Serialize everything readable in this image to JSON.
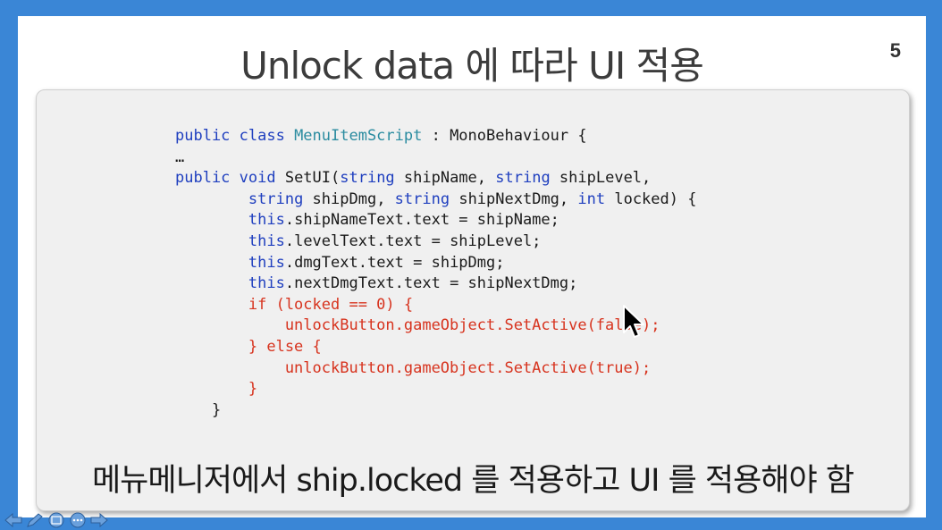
{
  "slide": {
    "title": "Unlock data 에 따라 UI 적용",
    "page_number": "5",
    "caption": "메뉴메니저에서 ship.locked 를 적용하고 UI 를 적용해야 함"
  },
  "code": {
    "lines": [
      [
        {
          "t": "public class ",
          "c": "kw"
        },
        {
          "t": "MenuItemScript",
          "c": "cls"
        },
        {
          "t": " : MonoBehaviour {",
          "c": ""
        }
      ],
      [
        {
          "t": "…",
          "c": ""
        }
      ],
      [
        {
          "t": "public void ",
          "c": "kw"
        },
        {
          "t": "SetUI(",
          "c": ""
        },
        {
          "t": "string",
          "c": "kw"
        },
        {
          "t": " shipName, ",
          "c": ""
        },
        {
          "t": "string",
          "c": "kw"
        },
        {
          "t": " shipLevel,",
          "c": ""
        }
      ],
      [
        {
          "t": "        ",
          "c": ""
        },
        {
          "t": "string",
          "c": "kw"
        },
        {
          "t": " shipDmg, ",
          "c": ""
        },
        {
          "t": "string",
          "c": "kw"
        },
        {
          "t": " shipNextDmg, ",
          "c": ""
        },
        {
          "t": "int",
          "c": "kw"
        },
        {
          "t": " locked) {",
          "c": ""
        }
      ],
      [
        {
          "t": "        ",
          "c": ""
        },
        {
          "t": "this",
          "c": "kw"
        },
        {
          "t": ".shipNameText.text = shipName;",
          "c": ""
        }
      ],
      [
        {
          "t": "        ",
          "c": ""
        },
        {
          "t": "this",
          "c": "kw"
        },
        {
          "t": ".levelText.text = shipLevel;",
          "c": ""
        }
      ],
      [
        {
          "t": "        ",
          "c": ""
        },
        {
          "t": "this",
          "c": "kw"
        },
        {
          "t": ".dmgText.text = shipDmg;",
          "c": ""
        }
      ],
      [
        {
          "t": "        ",
          "c": ""
        },
        {
          "t": "this",
          "c": "kw"
        },
        {
          "t": ".nextDmgText.text = shipNextDmg;",
          "c": ""
        }
      ],
      [
        {
          "t": "        if (locked == 0) {",
          "c": "red"
        }
      ],
      [
        {
          "t": "            unlockButton.gameObject.SetActive(false);",
          "c": "red"
        }
      ],
      [
        {
          "t": "        } else {",
          "c": "red"
        }
      ],
      [
        {
          "t": "            unlockButton.gameObject.SetActive(true);",
          "c": "red"
        }
      ],
      [
        {
          "t": "        }",
          "c": "red"
        }
      ],
      [
        {
          "t": "    }",
          "c": ""
        }
      ]
    ]
  },
  "icons": {
    "cursor": "mouse-pointer-icon",
    "nav": [
      "arrow-left-icon",
      "pen-icon",
      "slides-icon",
      "more-icon",
      "arrow-right-icon"
    ]
  },
  "colors": {
    "background": "#3a86d6",
    "keyword": "#1f3fbf",
    "class_name": "#2b8ca0",
    "highlight": "#d7331e"
  }
}
